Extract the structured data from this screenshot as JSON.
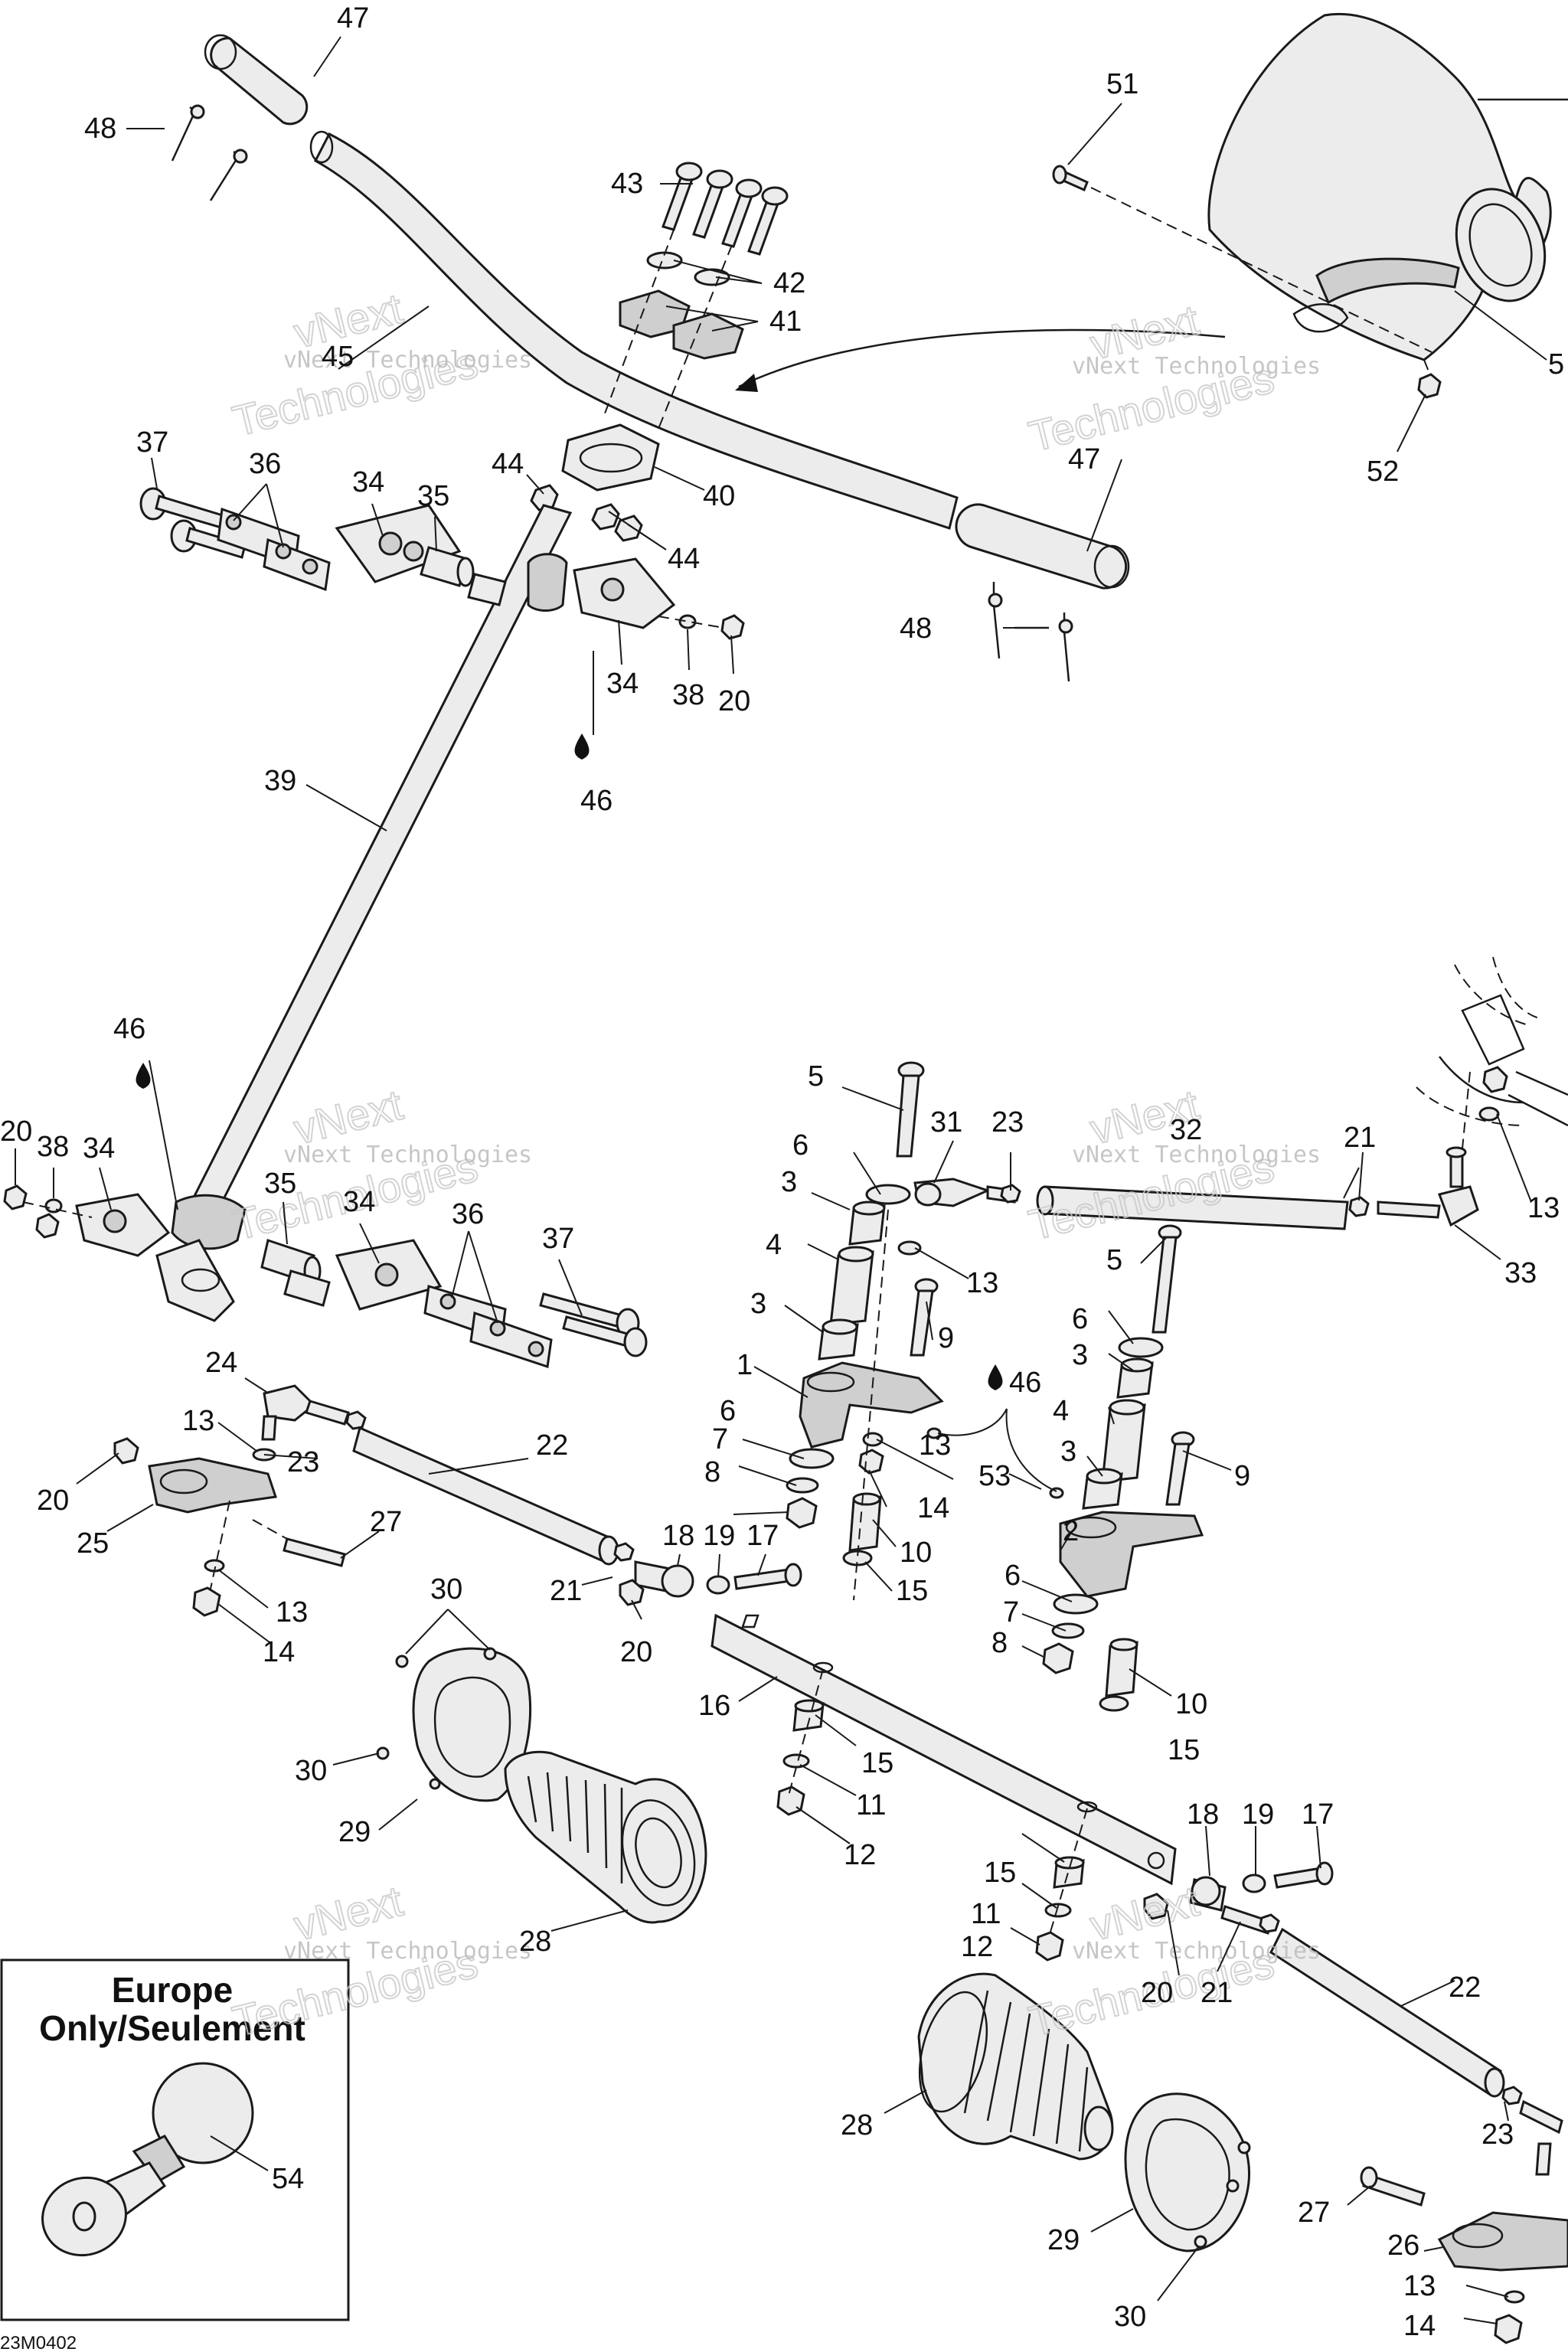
{
  "callouts": {
    "c47a": "47",
    "c48a": "48",
    "c45": "45",
    "c43": "43",
    "c42": "42",
    "c41": "41",
    "c51": "51",
    "c50": "5",
    "c52": "52",
    "c40": "40",
    "c44a": "44",
    "c44b": "44",
    "c37a": "37",
    "c36a": "36",
    "c34a": "34",
    "c35a": "35",
    "c34b": "34",
    "c38a": "38",
    "c20a": "20",
    "c46a": "46",
    "c47b": "47",
    "c48b": "48",
    "c39": "39",
    "c46b": "46",
    "c20b": "20",
    "c38b": "38",
    "c34c": "34",
    "c35b": "35",
    "c34d": "34",
    "c36b": "36",
    "c37b": "37",
    "c5a": "5",
    "c31": "31",
    "c23a": "23",
    "c32": "32",
    "c21a": "21",
    "c13a": "13",
    "c6a": "6",
    "c3a": "3",
    "c13b": "13",
    "c33": "33",
    "c4a": "4",
    "c3b": "3",
    "c9a": "9",
    "c5b": "5",
    "c6b": "6",
    "c3c": "3",
    "c1": "1",
    "c46c": "46",
    "c4b": "4",
    "c6c": "6",
    "c7a": "7",
    "c13c": "13",
    "c53": "53",
    "c3d": "3",
    "c9b": "9",
    "c8a": "8",
    "c14a": "14",
    "c24": "24",
    "c13d": "13",
    "c23b": "23",
    "c22a": "22",
    "c20c": "20",
    "c25": "25",
    "c27a": "27",
    "c13e": "13",
    "c14b": "14",
    "c18a": "18",
    "c19a": "19",
    "c17a": "17",
    "c10a": "10",
    "c2": "2",
    "c21b": "21",
    "c15a": "15",
    "c20d": "20",
    "c6d": "6",
    "c7b": "7",
    "c8b": "8",
    "c10b": "10",
    "c16": "16",
    "c30a": "30",
    "c15b": "15",
    "c15c": "15",
    "c11a": "11",
    "c12a": "12",
    "c30b": "30",
    "c29a": "29",
    "c18b": "18",
    "c19b": "19",
    "c17b": "17",
    "c11b": "11",
    "c12b": "12",
    "c28a": "28",
    "c20e": "20",
    "c21c": "21",
    "c22b": "22",
    "c28b": "28",
    "c23c": "23",
    "c27b": "27",
    "c29b": "29",
    "c26": "26",
    "c13f": "13",
    "c30c": "30",
    "c14c": "14",
    "c54": "54"
  },
  "europe_box": {
    "line1": "Europe",
    "line2": "Only/Seulement"
  },
  "watermark": {
    "company": "vNext Technologies",
    "word1": "vNext",
    "word2": "Technologies"
  },
  "drawing_code": "23M0402",
  "colors": {
    "ink": "#1a1a1a",
    "part_fill": "#ececec",
    "watermark": "#b9b9b9"
  }
}
